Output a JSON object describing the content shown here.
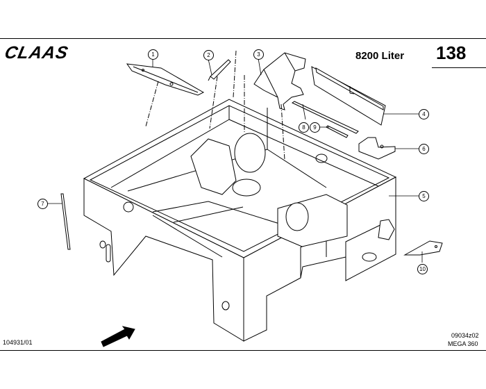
{
  "header": {
    "brand": "CLAAS",
    "title": "8200 Liter",
    "page_number": "138"
  },
  "footer": {
    "document_number": "104931/01",
    "drawing_code": "09034z02",
    "model": "MEGA 360"
  },
  "callouts": [
    "1",
    "2",
    "3",
    "4",
    "5",
    "6",
    "7",
    "8",
    "9",
    "10"
  ]
}
